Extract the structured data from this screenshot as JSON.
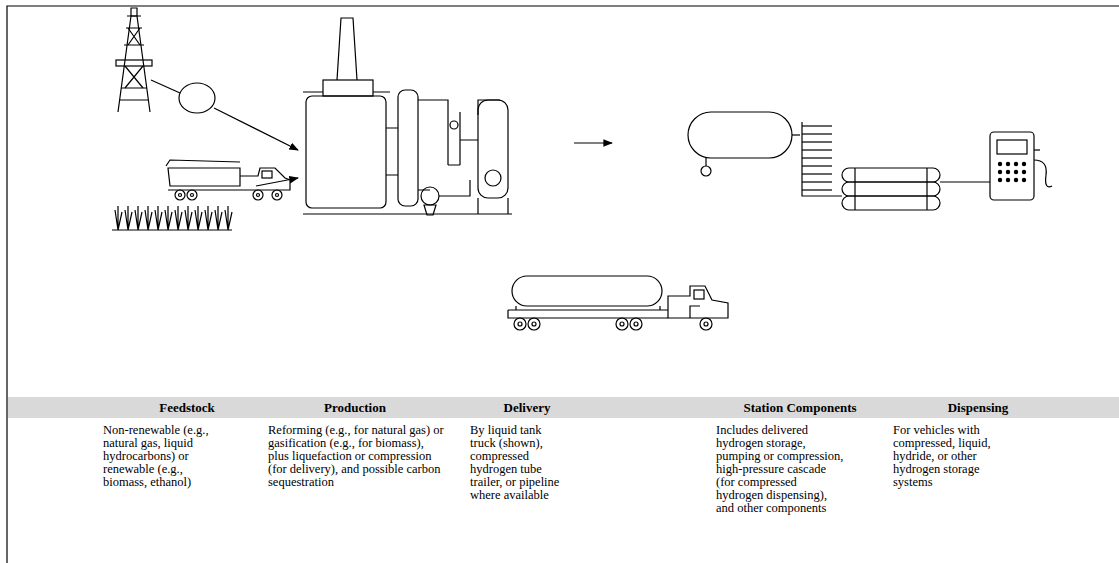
{
  "diagram": {
    "nodes": [
      {
        "text": [
          "Feedstock",
          "Non-renewable (e.g., natural gas, liquid hydrocarbons) or renewable (e.g., biomass, ethanol)"
        ]
      },
      {
        "text": [
          "Production",
          "Reforming (e.g., for natural gas) or gasification (e.g., for biomass), plus liquefaction or compression (for delivery), and possible carbon sequestration"
        ]
      },
      {
        "text": [
          "Delivery",
          "By liquid tank truck (shown), compressed hydrogen tube trailer, or pipeline where available"
        ]
      },
      {
        "text": [
          "Station Components",
          "Includes delivered hydrogen storage, pumping or compression, high-pressure cascade (for compressed hydrogen dispensing), and other components"
        ]
      },
      {
        "text": [
          "Dispensing",
          "For vehicles with compressed, liquid, hydride, or other hydrogen storage systems"
        ]
      }
    ]
  }
}
